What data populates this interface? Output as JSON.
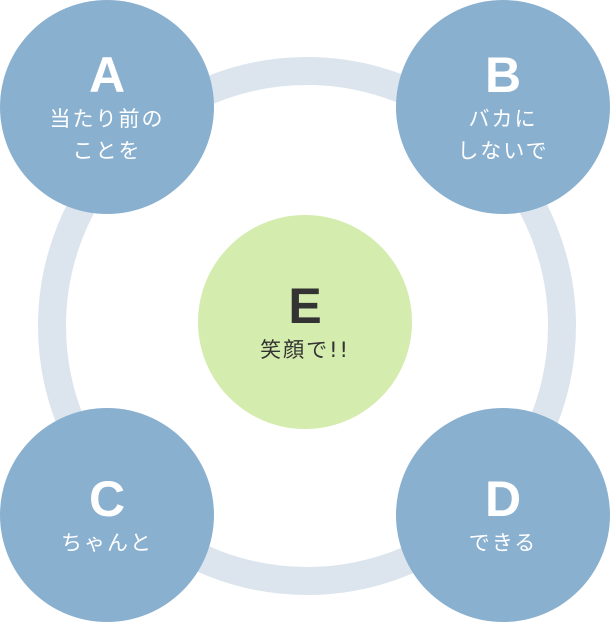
{
  "nodes": {
    "a": {
      "letter": "A",
      "label": "当たり前の\nことを"
    },
    "b": {
      "letter": "B",
      "label": "バカに\nしないで"
    },
    "c": {
      "letter": "C",
      "label": "ちゃんと"
    },
    "d": {
      "letter": "D",
      "label": "できる"
    },
    "e": {
      "letter": "E",
      "label": "笑顔で!!"
    }
  },
  "colors": {
    "node": "#8ab0d0",
    "center": "#d4ecae",
    "ring": "#dce5ee"
  }
}
